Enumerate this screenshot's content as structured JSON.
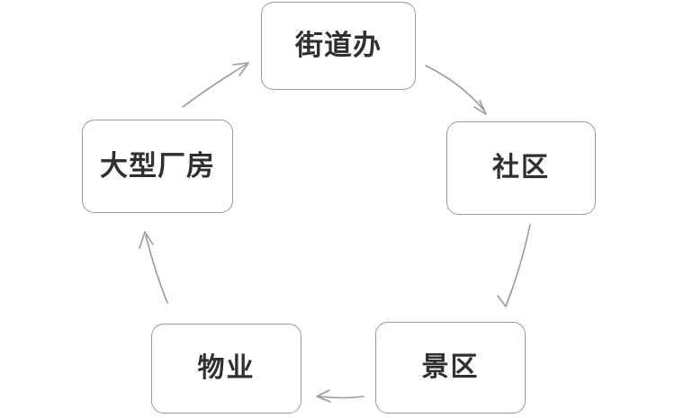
{
  "diagram": {
    "type": "cycle",
    "title": "",
    "background_color": "#ffffff",
    "node_border_color": "#9a9a9a",
    "node_text_color": "#2f2f2f",
    "edge_color": "#9b9b9b",
    "nodes": [
      {
        "id": "street",
        "label": "街道办",
        "position": "top"
      },
      {
        "id": "comm",
        "label": "社区",
        "position": "right"
      },
      {
        "id": "scenic",
        "label": "景区",
        "position": "bottom-right"
      },
      {
        "id": "prop",
        "label": "物业",
        "position": "bottom-left"
      },
      {
        "id": "factory",
        "label": "大型厂房",
        "position": "left"
      }
    ],
    "edges": [
      {
        "id": "edge-street-comm",
        "from": "街道办",
        "to": "社区",
        "arrow": "curved-down-right"
      },
      {
        "id": "edge-comm-scenic",
        "from": "社区",
        "to": "景区",
        "arrow": "curved-down"
      },
      {
        "id": "edge-scenic-prop",
        "from": "景区",
        "to": "物业",
        "arrow": "straight-left"
      },
      {
        "id": "edge-prop-factory",
        "from": "物业",
        "to": "大型厂房",
        "arrow": "curved-up"
      },
      {
        "id": "edge-factory-street",
        "from": "大型厂房",
        "to": "街道办",
        "arrow": "curved-up-right"
      }
    ]
  }
}
